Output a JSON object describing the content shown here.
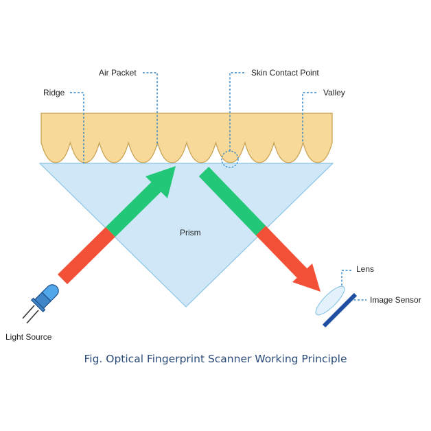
{
  "labels": {
    "air_packet": "Air Packet",
    "skin_contact_point": "Skin Contact Point",
    "ridge": "Ridge",
    "valley": "Valley",
    "prism": "Prism",
    "lens": "Lens",
    "image_sensor": "Image Sensor",
    "light_source": "Light Source"
  },
  "caption": "Fig. Optical Fingerprint Scanner Working Principle",
  "colors": {
    "finger": "#f7d99a",
    "finger_outline": "#c9a253",
    "prism_fill": "#cfe7f7",
    "prism_outline": "#8ac4e6",
    "incident_ray": "#f25138",
    "inside_ray": "#22c777",
    "leader_line": "#2f86c9",
    "sensor": "#1f4fa3",
    "caption": "#2a4a78"
  }
}
